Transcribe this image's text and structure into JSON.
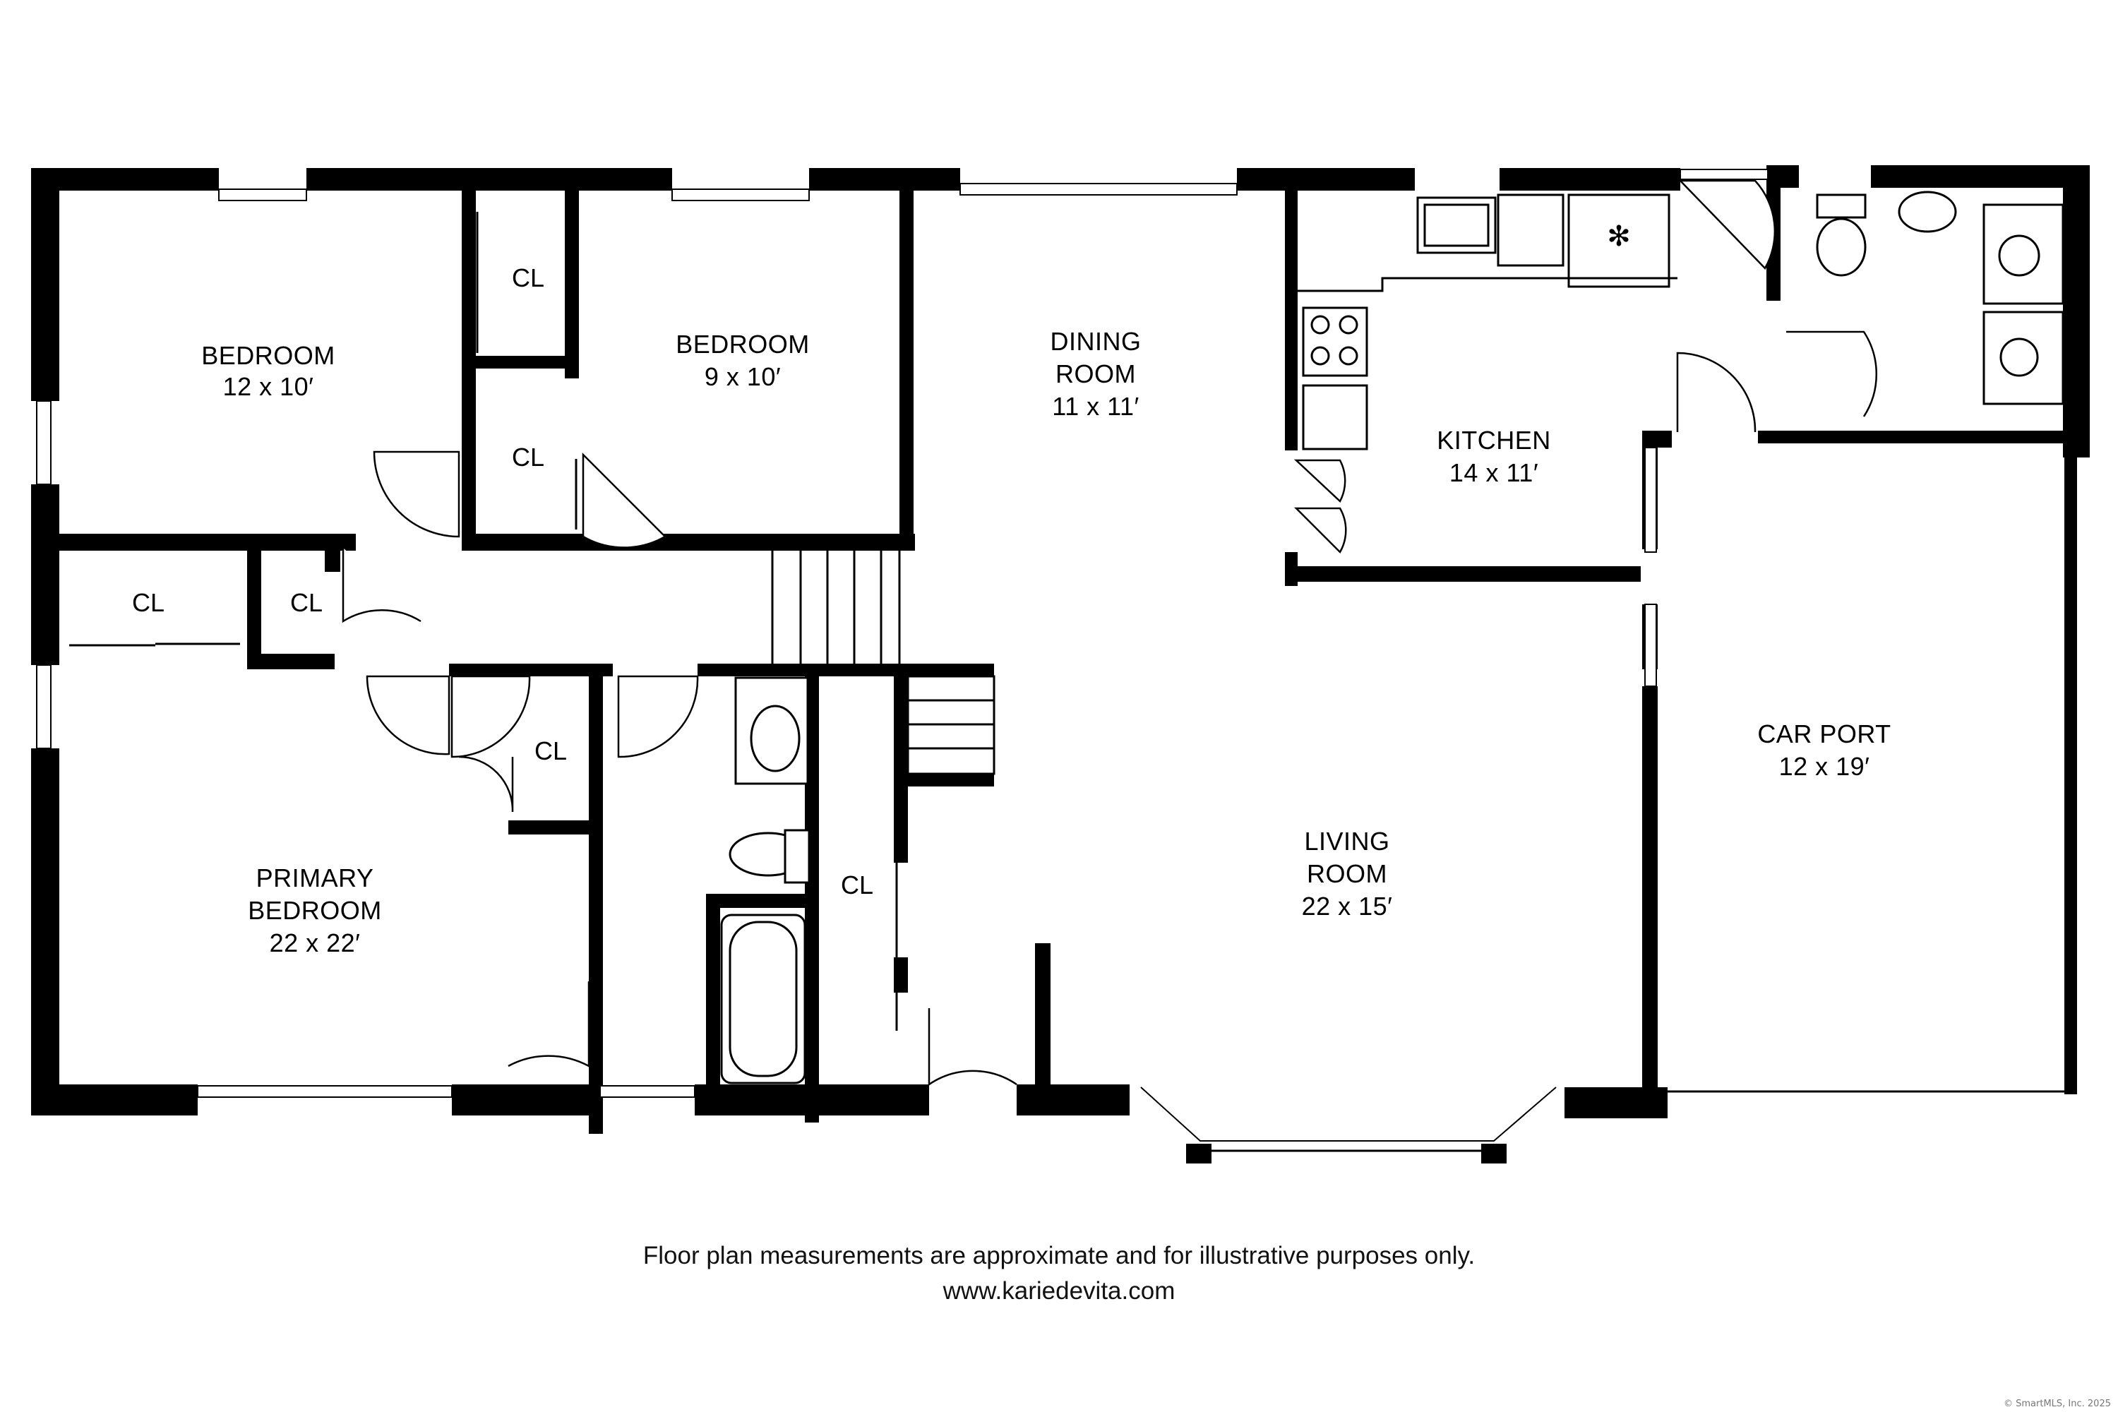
{
  "rooms": {
    "bedroom_1": {
      "name": "BEDROOM",
      "size": "12 x 10′"
    },
    "bedroom_2": {
      "name": "BEDROOM",
      "size": "9 x 10′"
    },
    "dining": {
      "name_line1": "DINING",
      "name_line2": "ROOM",
      "size": "11 x 11′"
    },
    "kitchen": {
      "name": "KITCHEN",
      "size": "14 x 11′"
    },
    "car_port": {
      "name": "CAR PORT",
      "size": "12 x 19′"
    },
    "living": {
      "name_line1": "LIVING",
      "name_line2": "ROOM",
      "size": "22 x 15′"
    },
    "primary": {
      "name_line1": "PRIMARY",
      "name_line2": "BEDROOM",
      "size": "22 x 22′"
    }
  },
  "closet_label": "CL",
  "footer": {
    "disclaimer": "Floor plan measurements are approximate and for illustrative purposes only.",
    "website": "www.kariedevita.com"
  },
  "copyright": "© SmartMLS, Inc. 2025",
  "colors": {
    "wall": "#000000",
    "background": "#ffffff"
  }
}
